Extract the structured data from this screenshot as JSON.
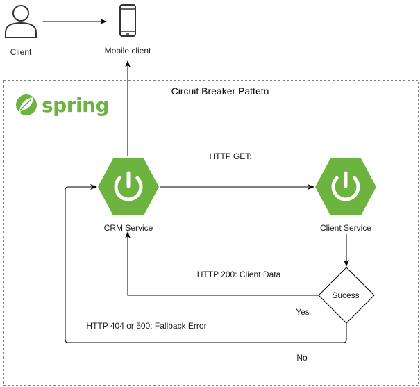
{
  "diagram": {
    "title": "Circuit Breaker Pattetn",
    "actors": {
      "client_label": "Client",
      "mobile_label": "Mobile client"
    },
    "logo": {
      "text": "spring"
    },
    "nodes": {
      "crm_label": "CRM Service",
      "client_service_label": "Client Service",
      "decision_label": "Sucess"
    },
    "edges": {
      "get_label": "HTTP GET:",
      "ok_label": "HTTP 200: Client Data",
      "fallback_label": "HTTP 404 or 500: Fallback Error",
      "yes_label": "Yes",
      "no_label": "No"
    }
  },
  "colors": {
    "spring_green": "#6DB33F",
    "icon_white": "#ffffff",
    "stroke": "#000000",
    "actor_stroke": "#333333"
  },
  "icons": {
    "client": "person-icon",
    "mobile": "mobile-phone-icon",
    "service": "power-icon"
  }
}
